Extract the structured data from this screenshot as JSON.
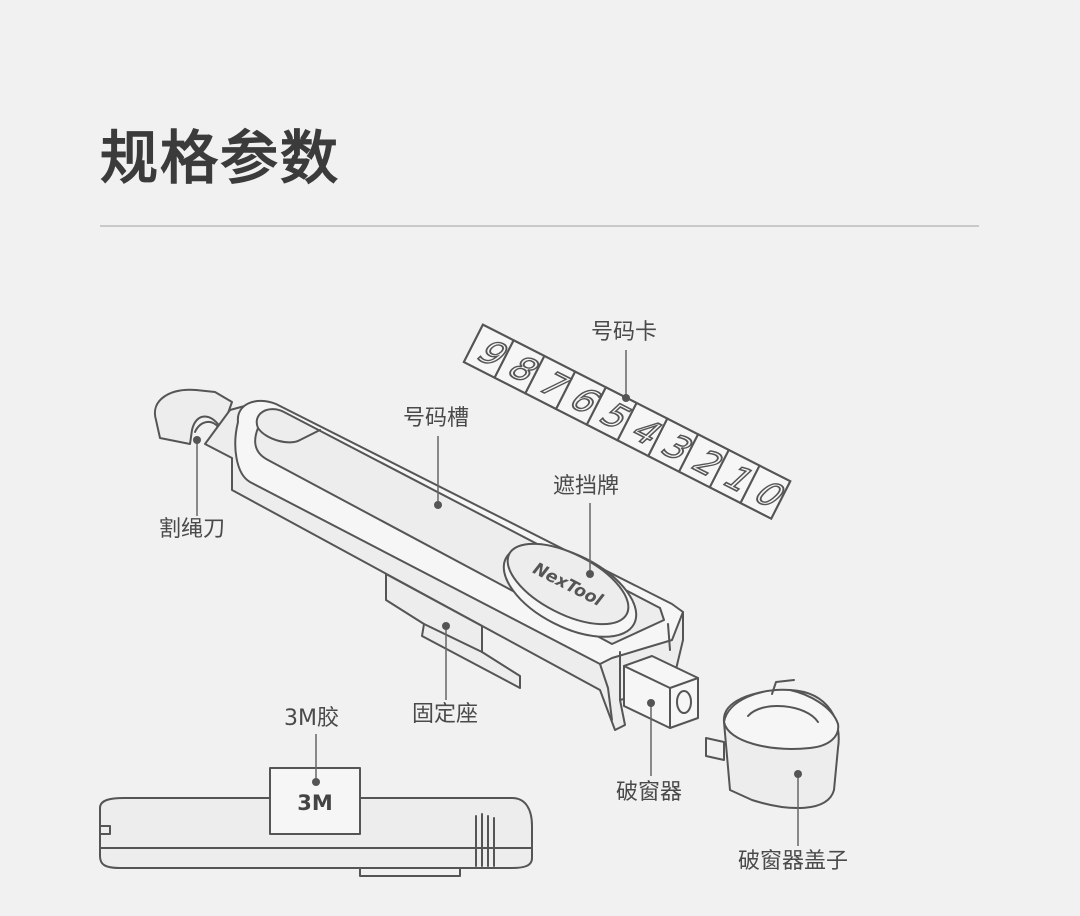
{
  "page": {
    "title": "规格参数"
  },
  "diagram": {
    "brand_logo_text": "NexTool",
    "number_card_digits": [
      "9",
      "8",
      "7",
      "6",
      "5",
      "4",
      "3",
      "2",
      "1",
      "0"
    ],
    "callouts": {
      "number_card": "号码卡",
      "number_slot": "号码槽",
      "cover_plate": "遮挡牌",
      "rope_cutter": "割绳刀",
      "mount_base": "固定座",
      "adhesive_3m": "3M胶",
      "window_breaker": "破窗器",
      "breaker_cap": "破窗器盖子"
    },
    "adhesive_label": "3M"
  },
  "colors": {
    "background": "#f1f1f1",
    "stroke": "#555555",
    "light_fill": "#e6e6e6",
    "text": "#4a4a4a",
    "title": "#3b3b3b"
  }
}
